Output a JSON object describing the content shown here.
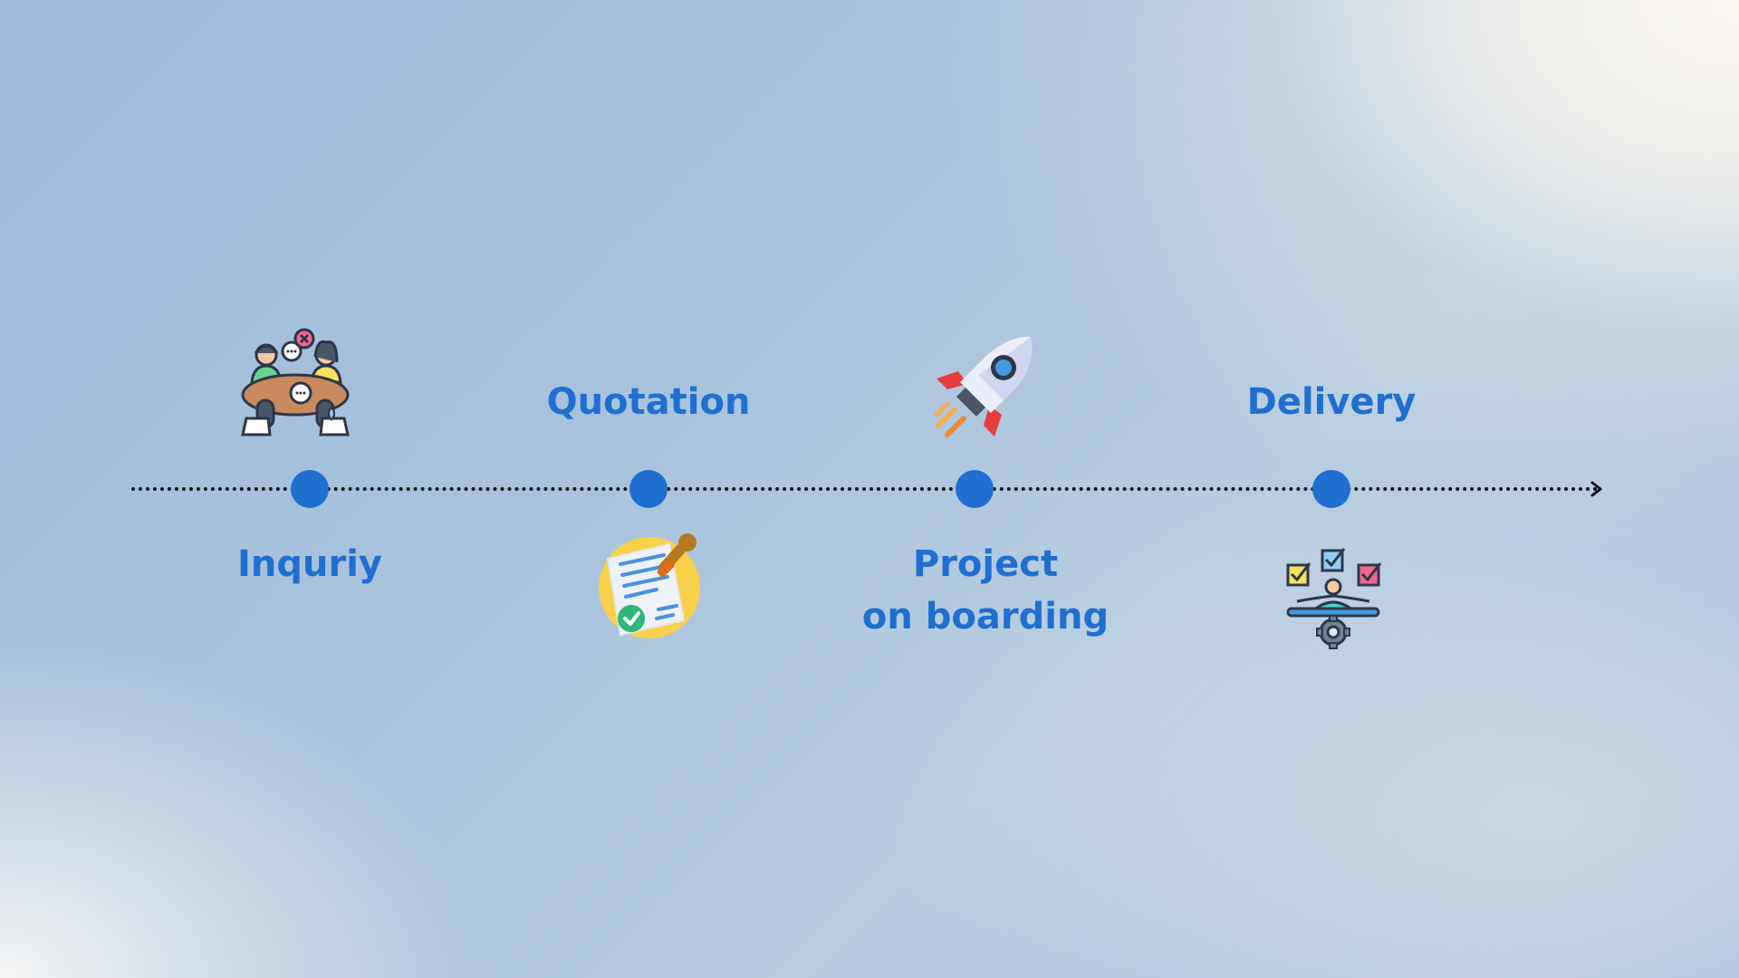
{
  "steps": [
    {
      "label": "Inquriy",
      "icon": "meeting-icon"
    },
    {
      "label": "Quotation",
      "icon": "approved-document-icon"
    },
    {
      "label_line1": "Project",
      "label_line2": "on boarding",
      "icon": "rocket-icon"
    },
    {
      "label": "Delivery",
      "icon": "task-checklist-icon"
    }
  ],
  "colors": {
    "accent": "#1f6fd1",
    "line": "#111111"
  }
}
